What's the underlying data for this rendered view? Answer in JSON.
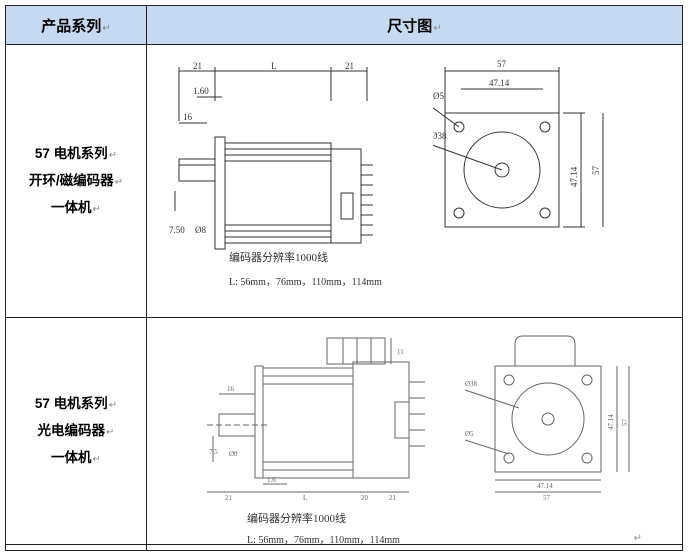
{
  "header": {
    "col1": "产品系列",
    "col2": "尺寸图"
  },
  "rows": [
    {
      "series_lines": [
        "57 电机系列",
        "开环/磁编码器",
        "一体机"
      ],
      "encoder_note": "编码器分辨率1000线",
      "length_note": "L:   56mm，76mm，110mm，114mm",
      "side_dims": {
        "left": "21",
        "length": "L",
        "right": "21",
        "step": "1.60",
        "shaft": "16",
        "key": "7.50",
        "dia": "Ø8"
      },
      "front_dims": {
        "width": "57",
        "pitch": "47.14",
        "hole": "Ø5",
        "boss": "Ø38",
        "pitch_v": "47.14",
        "height": "57"
      }
    },
    {
      "series_lines": [
        "57 电机系列",
        "光电编码器",
        "一体机"
      ],
      "encoder_note": "编码器分辨率1000线",
      "length_note": "L:   56mm，76mm，110mm，114mm",
      "side_dims": {
        "shaft": "16",
        "key": "7.5",
        "dia": "Ø8",
        "left": "21",
        "step": "1.6",
        "length": "L",
        "m1": "20",
        "m2": "21",
        "top": "11"
      },
      "front_dims": {
        "boss": "Ø38",
        "hole": "Ø5",
        "pitch_v": "47.14",
        "height": "57",
        "pitch": "47.14",
        "width": "57"
      }
    }
  ],
  "mark": "↵"
}
